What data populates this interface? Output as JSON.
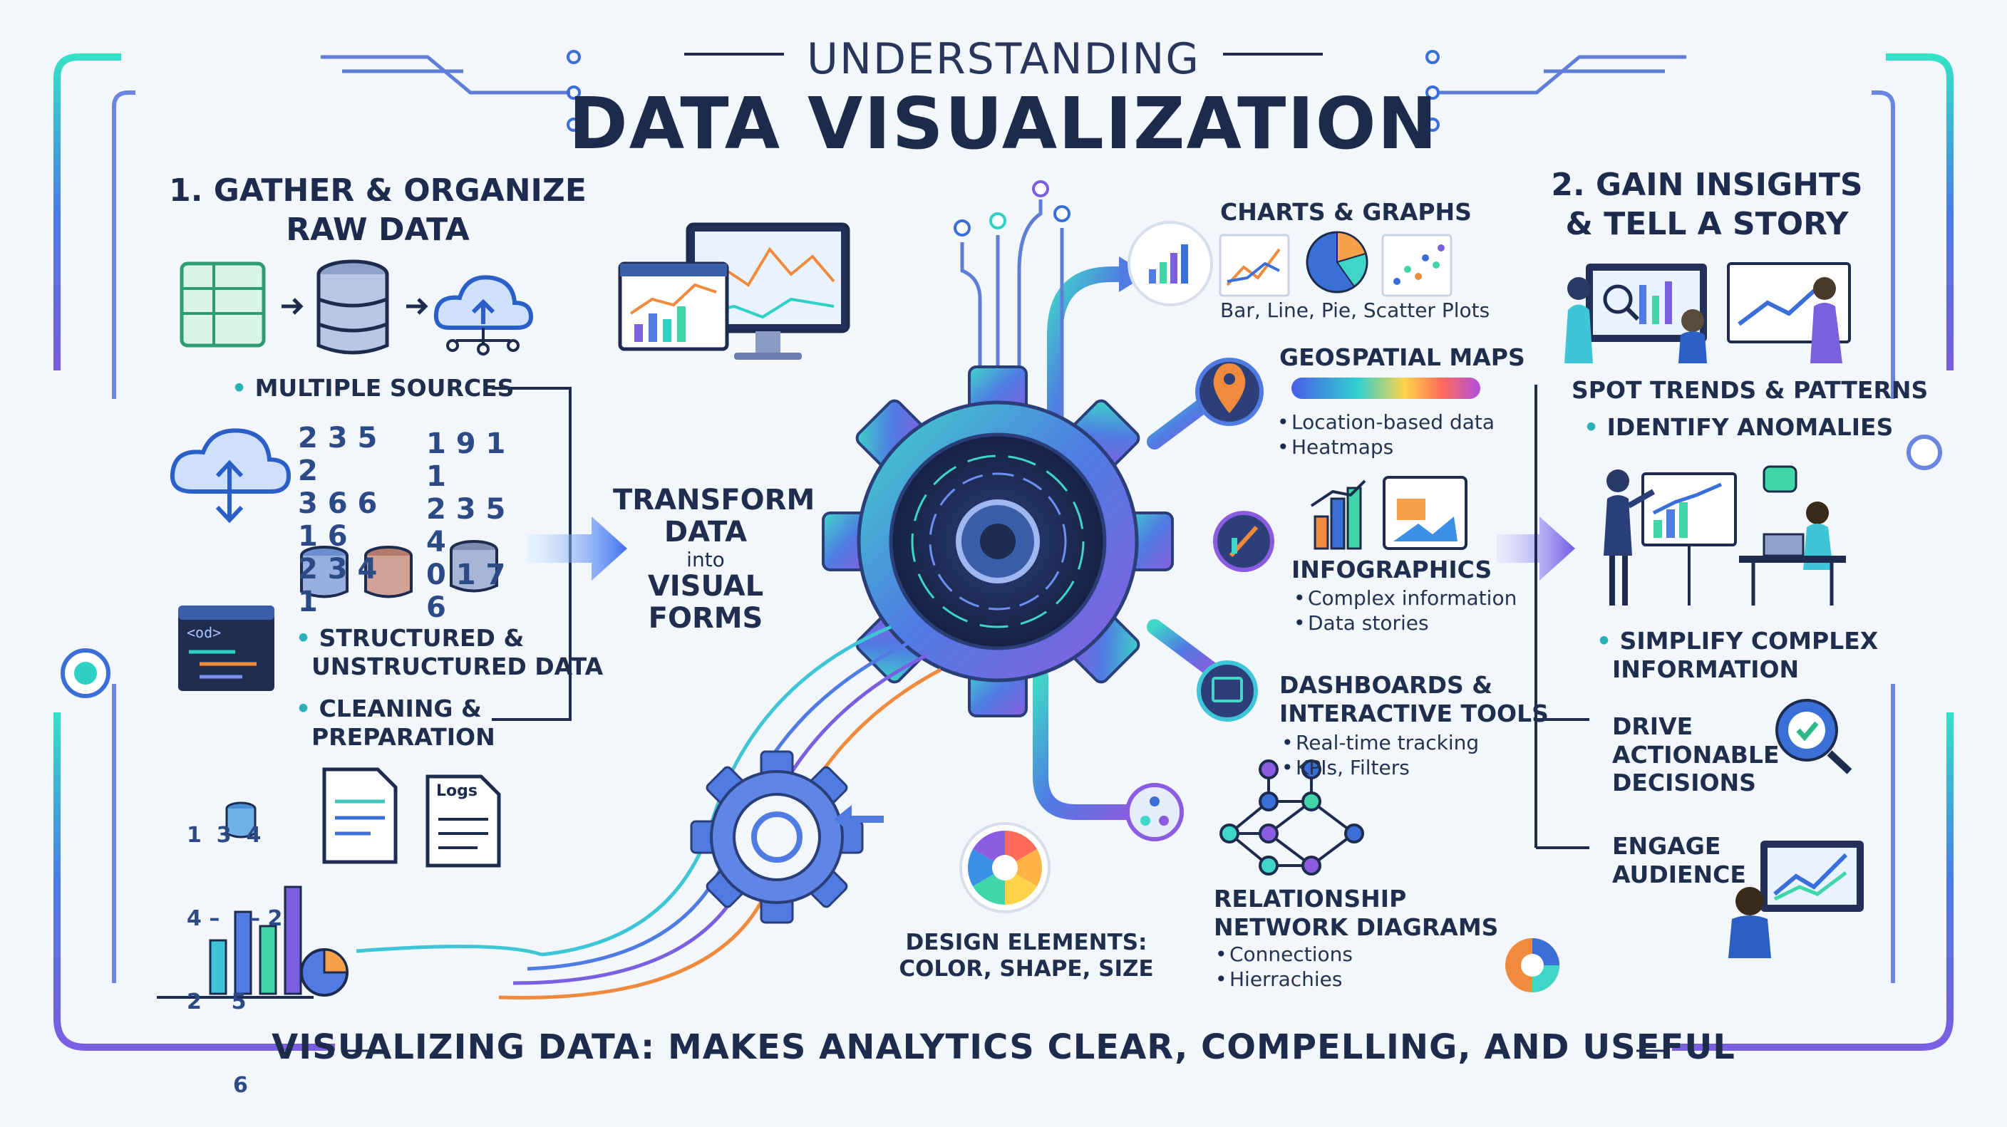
{
  "header": {
    "title_top": "UNDERSTANDING",
    "title_main": "DATA VISUALIZATION"
  },
  "left": {
    "title_line1": "1. GATHER & ORGANIZE",
    "title_line2": "RAW DATA",
    "multiple_sources": "MULTIPLE SOURCES",
    "numbers": [
      "2  3  5  2",
      "3 6 6 1 6",
      "2 3 4 1",
      "1 9 1 1",
      "2 3 5 4",
      "0 1 7 6"
    ],
    "structured_line1": "STRUCTURED &",
    "structured_line2": "UNSTRUCTURED DATA",
    "cleaning_line1": "CLEANING &",
    "cleaning_line2": "PREPARATION",
    "code_tag": "<od>",
    "logs_label": "Logs",
    "db_numbers": [
      "1  3  4",
      "4 –    – 2",
      "2    5",
      "6"
    ]
  },
  "center": {
    "transform_l1": "TRANSFORM",
    "transform_l2": "DATA",
    "transform_l3": "into",
    "transform_l4": "VISUAL",
    "transform_l5": "FORMS",
    "design_l1": "DESIGN ELEMENTS:",
    "design_l2": "COLOR, SHAPE, SIZE"
  },
  "outputs": {
    "charts_title": "CHARTS & GRAPHS",
    "charts_sub": "Bar, Line, Pie, Scatter Plots",
    "geo_title": "GEOSPATIAL MAPS",
    "geo_b1": "Location-based data",
    "geo_b2": "Heatmaps",
    "info_title": "INFOGRAPHICS",
    "info_b1": "Complex information",
    "info_b2": "Data stories",
    "dash_title1": "DASHBOARDS &",
    "dash_title2": "INTERACTIVE TOOLS",
    "dash_b1": "Real-time tracking",
    "dash_b2": "KPIs, Filters",
    "rel_title1": "RELATIONSHIP",
    "rel_title2": "NETWORK DIAGRAMS",
    "rel_b1": "Connections",
    "rel_b2": "Hierrachies"
  },
  "right": {
    "title_line1": "2. GAIN INSIGHTS",
    "title_line2": "& TELL A STORY",
    "spot": "SPOT TRENDS & PATTERNS",
    "anomalies": "IDENTIFY ANOMALIES",
    "simplify1": "SIMPLIFY COMPLEX",
    "simplify2": "INFORMATION",
    "drive1": "DRIVE",
    "drive2": "ACTIONABLE",
    "drive3": "DECISIONS",
    "engage1": "ENGAGE",
    "engage2": "AUDIENCE"
  },
  "footer": {
    "text": "VISUALIZING DATA: MAKES ANALYTICS CLEAR, COMPELLING, AND USEFUL"
  },
  "colors": {
    "teal": "#2fd1c5",
    "blue": "#3b6fd8",
    "purple": "#7b5fd6",
    "navy": "#1d2c4e",
    "orange": "#f08a3c"
  }
}
